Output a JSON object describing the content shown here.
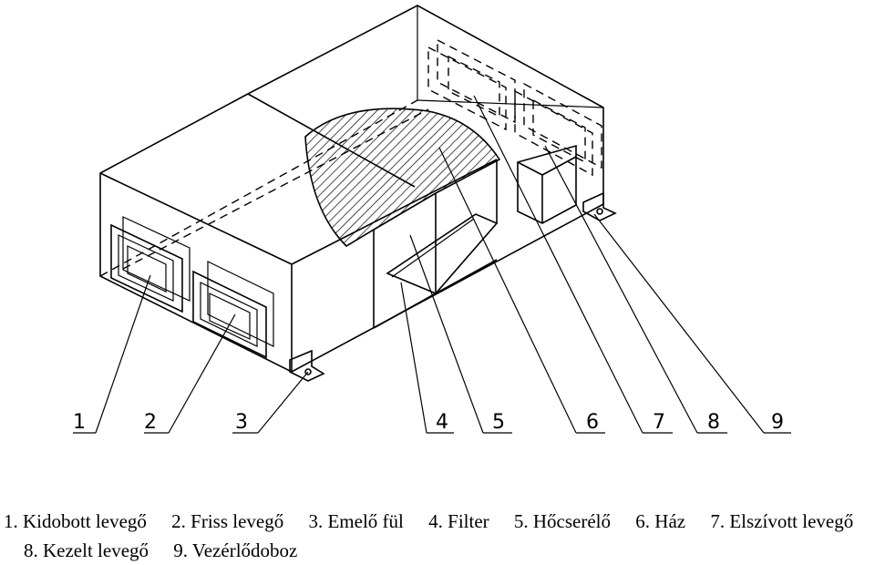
{
  "callouts": [
    "1",
    "2",
    "3",
    "4",
    "5",
    "6",
    "7",
    "8",
    "9"
  ],
  "legend": [
    "1. Kidobott levegő",
    "2. Friss levegő",
    "3. Emelő fül",
    "4. Filter",
    "5. Hőcserélő",
    "6. Ház",
    "7. Elszívott levegő",
    "8. Kezelt levegő",
    "9. Vezérlődoboz"
  ]
}
